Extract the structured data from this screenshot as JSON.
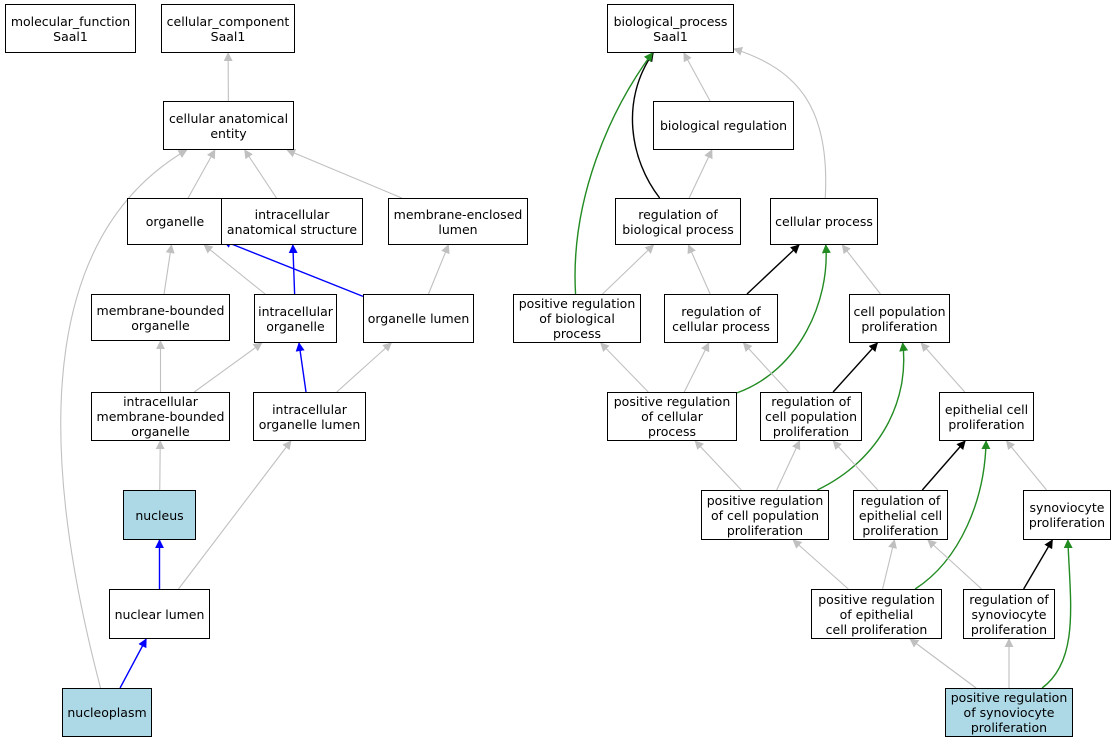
{
  "colors": {
    "node_fill": "#ffffff",
    "highlight_fill": "#add8e6",
    "edge_is_a": "#c0c0c0",
    "edge_part_of": "#0000ff",
    "edge_regulates": "#000000",
    "edge_positively_regulates": "#228b22"
  },
  "nodes": [
    {
      "id": "molecular_function",
      "label": "molecular_function\nSaal1",
      "highlight": false
    },
    {
      "id": "cellular_component",
      "label": "cellular_component\nSaal1",
      "highlight": false
    },
    {
      "id": "biological_process",
      "label": "biological_process\nSaal1",
      "highlight": false
    },
    {
      "id": "cellular_anatomical_entity",
      "label": "cellular anatomical\nentity",
      "highlight": false
    },
    {
      "id": "organelle",
      "label": "organelle",
      "highlight": false
    },
    {
      "id": "intracellular_anatomical_structure",
      "label": "intracellular\nanatomical structure",
      "highlight": false
    },
    {
      "id": "membrane_enclosed_lumen",
      "label": "membrane-enclosed\nlumen",
      "highlight": false
    },
    {
      "id": "membrane_bounded_organelle",
      "label": "membrane-bounded\norganelle",
      "highlight": false
    },
    {
      "id": "intracellular_organelle",
      "label": "intracellular\norganelle",
      "highlight": false
    },
    {
      "id": "organelle_lumen",
      "label": "organelle lumen",
      "highlight": false
    },
    {
      "id": "intracellular_membrane_bounded_organelle",
      "label": "intracellular\nmembrane-bounded\norganelle",
      "highlight": false
    },
    {
      "id": "intracellular_organelle_lumen",
      "label": "intracellular\norganelle lumen",
      "highlight": false
    },
    {
      "id": "nucleus",
      "label": "nucleus",
      "highlight": true
    },
    {
      "id": "nuclear_lumen",
      "label": "nuclear lumen",
      "highlight": false
    },
    {
      "id": "nucleoplasm",
      "label": "nucleoplasm",
      "highlight": true
    },
    {
      "id": "biological_regulation",
      "label": "biological regulation",
      "highlight": false
    },
    {
      "id": "regulation_of_biological_process",
      "label": "regulation of\nbiological process",
      "highlight": false
    },
    {
      "id": "cellular_process",
      "label": "cellular process",
      "highlight": false
    },
    {
      "id": "positive_regulation_of_biological_process",
      "label": "positive regulation\nof biological\nprocess",
      "highlight": false
    },
    {
      "id": "regulation_of_cellular_process",
      "label": "regulation of\ncellular process",
      "highlight": false
    },
    {
      "id": "cell_population_proliferation",
      "label": "cell population\nproliferation",
      "highlight": false
    },
    {
      "id": "positive_regulation_of_cellular_process",
      "label": "positive regulation\nof cellular\nprocess",
      "highlight": false
    },
    {
      "id": "regulation_of_cell_population_proliferation",
      "label": "regulation of\ncell population\nproliferation",
      "highlight": false
    },
    {
      "id": "epithelial_cell_proliferation",
      "label": "epithelial cell\nproliferation",
      "highlight": false
    },
    {
      "id": "positive_regulation_of_cell_population_proliferation",
      "label": "positive regulation\nof cell population\nproliferation",
      "highlight": false
    },
    {
      "id": "regulation_of_epithelial_cell_proliferation",
      "label": "regulation of\nepithelial cell\nproliferation",
      "highlight": false
    },
    {
      "id": "synoviocyte_proliferation",
      "label": "synoviocyte\nproliferation",
      "highlight": false
    },
    {
      "id": "positive_regulation_of_epithelial_cell_proliferation",
      "label": "positive regulation\nof epithelial\ncell proliferation",
      "highlight": false
    },
    {
      "id": "regulation_of_synoviocyte_proliferation",
      "label": "regulation of\nsynoviocyte\nproliferation",
      "highlight": false
    },
    {
      "id": "positive_regulation_of_synoviocyte_proliferation",
      "label": "positive regulation\nof synoviocyte\nproliferation",
      "highlight": true
    }
  ],
  "edges": [
    {
      "from": "cellular_anatomical_entity",
      "to": "cellular_component",
      "type": "is_a"
    },
    {
      "from": "organelle",
      "to": "cellular_anatomical_entity",
      "type": "is_a"
    },
    {
      "from": "intracellular_anatomical_structure",
      "to": "cellular_anatomical_entity",
      "type": "is_a"
    },
    {
      "from": "membrane_enclosed_lumen",
      "to": "cellular_anatomical_entity",
      "type": "is_a"
    },
    {
      "from": "nucleoplasm",
      "to": "cellular_anatomical_entity",
      "type": "is_a"
    },
    {
      "from": "membrane_bounded_organelle",
      "to": "organelle",
      "type": "is_a"
    },
    {
      "from": "intracellular_organelle",
      "to": "organelle",
      "type": "is_a"
    },
    {
      "from": "organelle_lumen",
      "to": "organelle",
      "type": "part_of"
    },
    {
      "from": "intracellular_organelle",
      "to": "intracellular_anatomical_structure",
      "type": "part_of"
    },
    {
      "from": "organelle_lumen",
      "to": "membrane_enclosed_lumen",
      "type": "is_a"
    },
    {
      "from": "intracellular_membrane_bounded_organelle",
      "to": "membrane_bounded_organelle",
      "type": "is_a"
    },
    {
      "from": "intracellular_membrane_bounded_organelle",
      "to": "intracellular_organelle",
      "type": "is_a"
    },
    {
      "from": "intracellular_organelle_lumen",
      "to": "intracellular_organelle",
      "type": "part_of"
    },
    {
      "from": "intracellular_organelle_lumen",
      "to": "organelle_lumen",
      "type": "is_a"
    },
    {
      "from": "nucleus",
      "to": "intracellular_membrane_bounded_organelle",
      "type": "is_a"
    },
    {
      "from": "nuclear_lumen",
      "to": "nucleus",
      "type": "part_of"
    },
    {
      "from": "nuclear_lumen",
      "to": "intracellular_organelle_lumen",
      "type": "is_a"
    },
    {
      "from": "nucleoplasm",
      "to": "nuclear_lumen",
      "type": "part_of"
    },
    {
      "from": "biological_regulation",
      "to": "biological_process",
      "type": "is_a"
    },
    {
      "from": "cellular_process",
      "to": "biological_process",
      "type": "is_a"
    },
    {
      "from": "regulation_of_biological_process",
      "to": "biological_process",
      "type": "regulates"
    },
    {
      "from": "positive_regulation_of_biological_process",
      "to": "biological_process",
      "type": "positively_regulates"
    },
    {
      "from": "regulation_of_biological_process",
      "to": "biological_regulation",
      "type": "is_a"
    },
    {
      "from": "positive_regulation_of_biological_process",
      "to": "regulation_of_biological_process",
      "type": "is_a"
    },
    {
      "from": "regulation_of_cellular_process",
      "to": "regulation_of_biological_process",
      "type": "is_a"
    },
    {
      "from": "regulation_of_cellular_process",
      "to": "cellular_process",
      "type": "regulates"
    },
    {
      "from": "positive_regulation_of_cellular_process",
      "to": "cellular_process",
      "type": "positively_regulates"
    },
    {
      "from": "cell_population_proliferation",
      "to": "cellular_process",
      "type": "is_a"
    },
    {
      "from": "positive_regulation_of_cellular_process",
      "to": "positive_regulation_of_biological_process",
      "type": "is_a"
    },
    {
      "from": "positive_regulation_of_cellular_process",
      "to": "regulation_of_cellular_process",
      "type": "is_a"
    },
    {
      "from": "regulation_of_cell_population_proliferation",
      "to": "regulation_of_cellular_process",
      "type": "is_a"
    },
    {
      "from": "regulation_of_cell_population_proliferation",
      "to": "cell_population_proliferation",
      "type": "regulates"
    },
    {
      "from": "positive_regulation_of_cell_population_proliferation",
      "to": "cell_population_proliferation",
      "type": "positively_regulates"
    },
    {
      "from": "epithelial_cell_proliferation",
      "to": "cell_population_proliferation",
      "type": "is_a"
    },
    {
      "from": "positive_regulation_of_cell_population_proliferation",
      "to": "positive_regulation_of_cellular_process",
      "type": "is_a"
    },
    {
      "from": "positive_regulation_of_cell_population_proliferation",
      "to": "regulation_of_cell_population_proliferation",
      "type": "is_a"
    },
    {
      "from": "regulation_of_epithelial_cell_proliferation",
      "to": "regulation_of_cell_population_proliferation",
      "type": "is_a"
    },
    {
      "from": "regulation_of_epithelial_cell_proliferation",
      "to": "epithelial_cell_proliferation",
      "type": "regulates"
    },
    {
      "from": "positive_regulation_of_epithelial_cell_proliferation",
      "to": "epithelial_cell_proliferation",
      "type": "positively_regulates"
    },
    {
      "from": "synoviocyte_proliferation",
      "to": "epithelial_cell_proliferation",
      "type": "is_a"
    },
    {
      "from": "positive_regulation_of_epithelial_cell_proliferation",
      "to": "positive_regulation_of_cell_population_proliferation",
      "type": "is_a"
    },
    {
      "from": "positive_regulation_of_epithelial_cell_proliferation",
      "to": "regulation_of_epithelial_cell_proliferation",
      "type": "is_a"
    },
    {
      "from": "regulation_of_synoviocyte_proliferation",
      "to": "regulation_of_epithelial_cell_proliferation",
      "type": "is_a"
    },
    {
      "from": "regulation_of_synoviocyte_proliferation",
      "to": "synoviocyte_proliferation",
      "type": "regulates"
    },
    {
      "from": "positive_regulation_of_synoviocyte_proliferation",
      "to": "synoviocyte_proliferation",
      "type": "positively_regulates"
    },
    {
      "from": "positive_regulation_of_synoviocyte_proliferation",
      "to": "positive_regulation_of_epithelial_cell_proliferation",
      "type": "is_a"
    },
    {
      "from": "positive_regulation_of_synoviocyte_proliferation",
      "to": "regulation_of_synoviocyte_proliferation",
      "type": "is_a"
    }
  ]
}
